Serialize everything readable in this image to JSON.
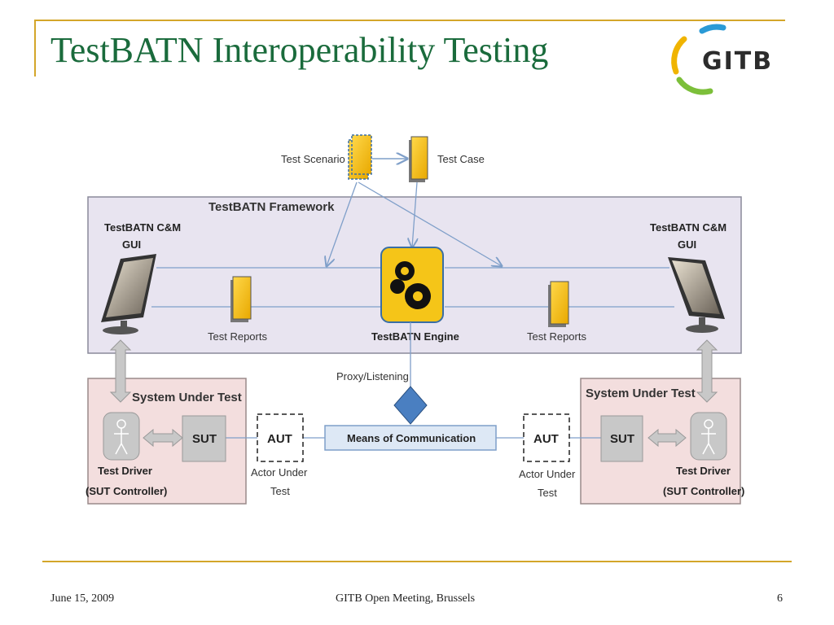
{
  "slide": {
    "title": "TestBATN Interoperability Testing",
    "logo_text": "GITB"
  },
  "diagram": {
    "test_scenario": "Test Scenario",
    "test_case": "Test Case",
    "framework_label": "TestBATN Framework",
    "gui_left_line1": "TestBATN C&M",
    "gui_left_line2": "GUI",
    "gui_right_line1": "TestBATN C&M",
    "gui_right_line2": "GUI",
    "test_reports_left": "Test Reports",
    "test_reports_right": "Test Reports",
    "engine_label": "TestBATN Engine",
    "proxy_label": "Proxy/Listening",
    "means_label": "Means of Communication",
    "sut_group_left": "System Under Test",
    "sut_group_right": "System Under Test",
    "sut_box": "SUT",
    "aut_box": "AUT",
    "actor_line1": "Actor Under",
    "actor_line2": "Test",
    "driver_line1": "Test Driver",
    "driver_line2": "(SUT Controller)"
  },
  "colors": {
    "title_green": "#1a6b3c",
    "gold_rule": "#d4a62a",
    "framework_bg": "#e8e4f0",
    "sut_bg": "#f3dede",
    "doc_yellow": "#f5c518",
    "connector_blue": "#7f9fc9"
  },
  "footer": {
    "date": "June 15, 2009",
    "center": "GITB Open Meeting, Brussels",
    "page": "6"
  }
}
